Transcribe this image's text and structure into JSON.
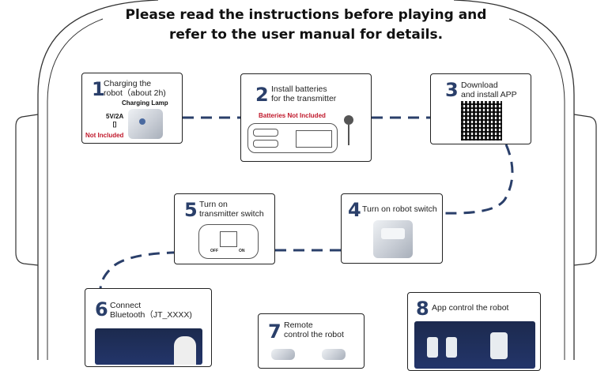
{
  "title": {
    "line1": "Please read the instructions before playing and",
    "line2": "refer to the user manual for details."
  },
  "steps": [
    {
      "num": "1",
      "line1": "Charging the",
      "line2": "robot（about 2h)",
      "lamp": "Charging Lamp",
      "voltage": "5V/2A",
      "note": "Not Included"
    },
    {
      "num": "2",
      "line1": "Install batteries",
      "line2": "for the transmitter",
      "note": "Batteries Not Included"
    },
    {
      "num": "3",
      "line1": "Download",
      "line2": "and install APP"
    },
    {
      "num": "4",
      "line1": "Turn on robot switch"
    },
    {
      "num": "5",
      "line1": "Turn on",
      "line2": "transmitter switch",
      "off": "OFF",
      "on": "ON"
    },
    {
      "num": "6",
      "line1": "Connect",
      "line2": "Bluetooth（JT_XXXX)"
    },
    {
      "num": "7",
      "line1": "Remote",
      "line2": "control the robot"
    },
    {
      "num": "8",
      "line1": "App control the robot"
    }
  ],
  "colors": {
    "accent": "#2a3f6a",
    "warning": "#c0182b",
    "line": "#2a3f6a"
  }
}
